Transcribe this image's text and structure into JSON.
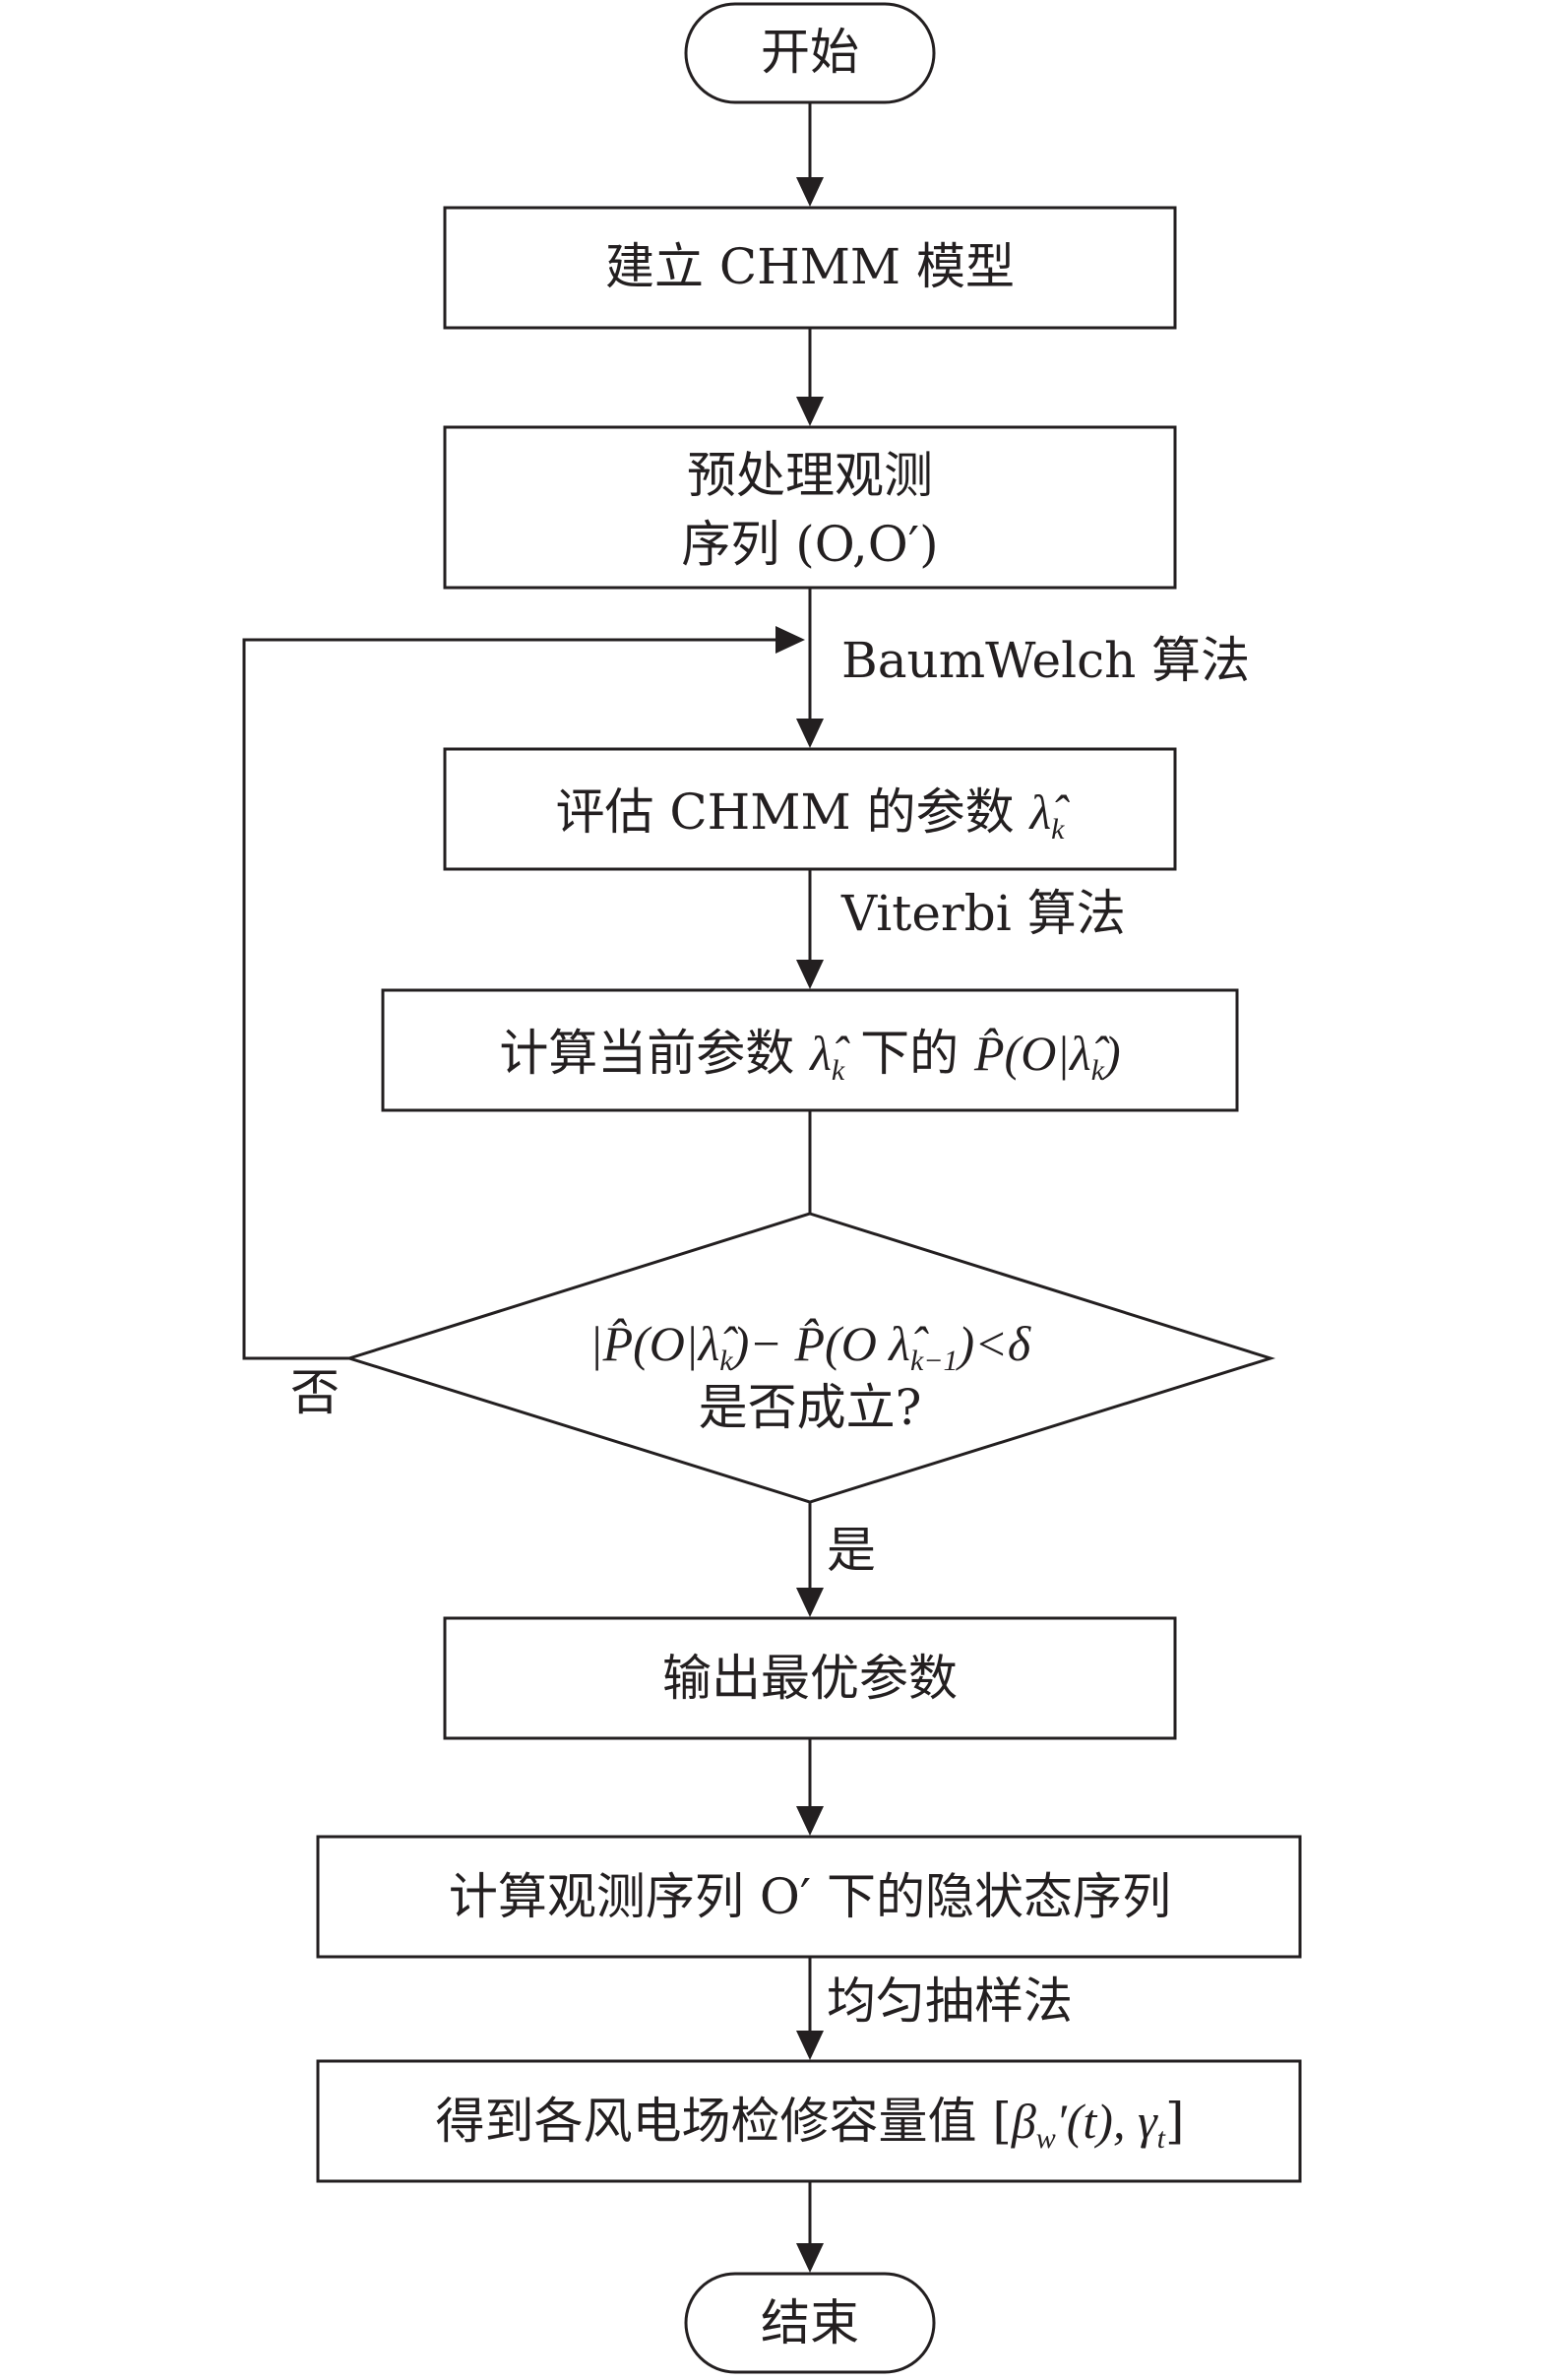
{
  "flowchart": {
    "start": "开始",
    "build_model": "建立 CHMM 模型",
    "preprocess": [
      "预处理观测",
      "序列 (O,O′)"
    ],
    "label_baumwelch": "BaumWelch 算法",
    "estimate": {
      "text": "评估 CHMM 的参数 ",
      "symbol": "λ̂",
      "sub": "k"
    },
    "label_viterbi": "Viterbi 算法",
    "compute_p": {
      "prefix": "计算当前参数 ",
      "symbol": "λ̂",
      "sub": "k",
      "middle": " 下的 ",
      "expr": "P̂(O|λ̂",
      "expr_sub": "k",
      "expr_end": ")"
    },
    "condition": {
      "line1": {
        "a": "|P̂(O|λ̂",
        "a_sub": "k",
        "b": ")− P̂(O λ̂",
        "b_sub": "k−1",
        "c": ")<δ"
      },
      "line2": "是否成立?"
    },
    "label_no": "否",
    "label_yes": "是",
    "output_params": "输出最优参数",
    "hidden_states": "计算观测序列 O′ 下的隐状态序列",
    "label_sampling": "均匀抽样法",
    "capacity": {
      "text": "得到各风电场检修容量值 [",
      "beta": "β",
      "beta_sub": "w",
      "mid": "′(t), ",
      "gamma": "γ",
      "gamma_sub": "t",
      "end": "]"
    },
    "end": "结束"
  }
}
